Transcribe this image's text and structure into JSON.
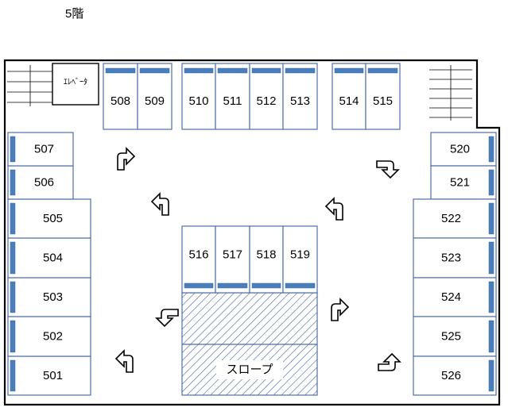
{
  "floor_title": "5階",
  "elevator_label": "ｴﾚﾍﾞｰﾀ",
  "ramp_label": "スロープ",
  "colors": {
    "outline": "#000000",
    "space_border": "#4f6fa8",
    "wheel_stop": "#4a7ebb",
    "ramp_hatch": "#4f6fa8"
  },
  "spaces": [
    {
      "id": "501"
    },
    {
      "id": "502"
    },
    {
      "id": "503"
    },
    {
      "id": "504"
    },
    {
      "id": "505"
    },
    {
      "id": "506"
    },
    {
      "id": "507"
    },
    {
      "id": "508"
    },
    {
      "id": "509"
    },
    {
      "id": "510"
    },
    {
      "id": "511"
    },
    {
      "id": "512"
    },
    {
      "id": "513"
    },
    {
      "id": "514"
    },
    {
      "id": "515"
    },
    {
      "id": "516"
    },
    {
      "id": "517"
    },
    {
      "id": "518"
    },
    {
      "id": "519"
    },
    {
      "id": "520"
    },
    {
      "id": "521"
    },
    {
      "id": "522"
    },
    {
      "id": "523"
    },
    {
      "id": "524"
    },
    {
      "id": "525"
    },
    {
      "id": "526"
    }
  ]
}
